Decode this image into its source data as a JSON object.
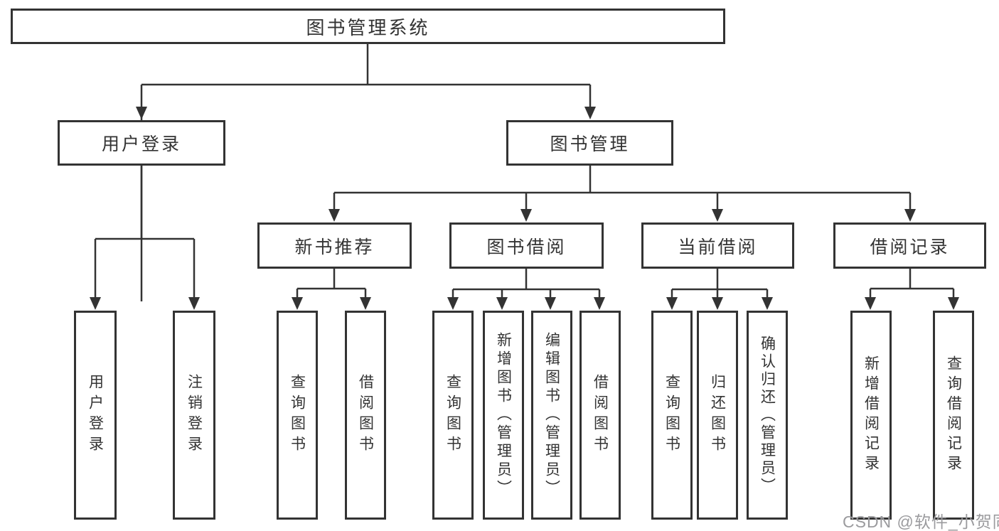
{
  "nodes": {
    "root": "图书管理系统",
    "level1": [
      "用户登录",
      "图书管理"
    ],
    "level2": [
      "新书推荐",
      "图书借阅",
      "当前借阅",
      "借阅记录"
    ],
    "leaves_user_login": [
      "用户登录",
      "注销登录"
    ],
    "leaves_new_book": [
      "查询图书",
      "借阅图书"
    ],
    "leaves_book_borrow": [
      "查询图书",
      "新增图书（管理员）",
      "编辑图书（管理员）",
      "借阅图书"
    ],
    "leaves_current_borrow": [
      "查询图书",
      "归还图书",
      "确认归还（管理员）"
    ],
    "leaves_borrow_records": [
      "新增借阅记录",
      "查询借阅记录"
    ]
  },
  "watermark": "CSDN @软件_小贺同学",
  "colors": {
    "line": "#333333",
    "box_border": "#333333",
    "text": "#333333",
    "background": "#ffffff",
    "watermark": "#9b9b9e"
  }
}
